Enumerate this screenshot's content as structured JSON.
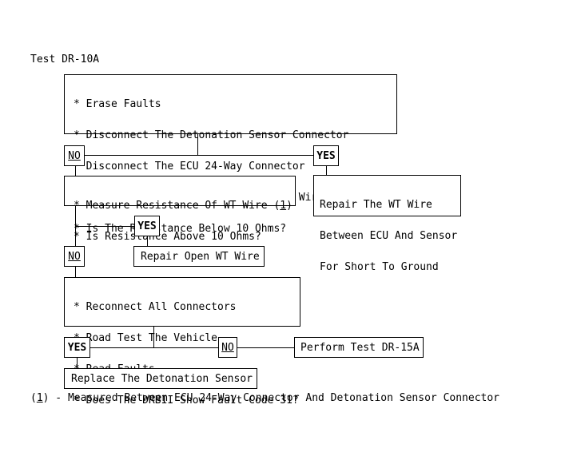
{
  "title": "Test DR-10A",
  "colors": {
    "background": "#ffffff",
    "ink": "#000000"
  },
  "nodes": {
    "step1": {
      "lines": [
        "* Erase Faults",
        "* Disconnect The Detonation Sensor Connector",
        "* Disconnect The ECU 24-Way Connector",
        "* Measure Resistance Between The WT Wire And Ground",
        "* Is The Resistance Below 10 Ohms?"
      ]
    },
    "no1": {
      "label": "NO"
    },
    "yes1": {
      "label": "YES"
    },
    "step2": {
      "line1_pre": "* Measure Resistance Of WT Wire (",
      "line1_ref": "1",
      "line1_post": ")",
      "line2": "* Is Resistance Above 10 Ohms?"
    },
    "repair_short": {
      "lines": [
        "Repair The WT Wire",
        "Between ECU And Sensor",
        "For Short To Ground"
      ]
    },
    "yes2": {
      "label": "YES"
    },
    "no2": {
      "label": "NO"
    },
    "repair_open": {
      "label": "Repair Open WT Wire"
    },
    "step3": {
      "lines": [
        "* Reconnect All Connectors",
        "* Road Test The Vehicle",
        "* Read Faults",
        "* Does The DRBII Show Fault Code 31?"
      ]
    },
    "yes3": {
      "label": "YES"
    },
    "no3": {
      "label": "NO"
    },
    "perform_test": {
      "label": "Perform Test DR-15A"
    },
    "replace_sensor": {
      "label": "Replace The Detonation Sensor"
    }
  },
  "footnote": {
    "pre": "(",
    "ref": "1",
    "post": ") - Measured Between ECU 24-Way Connector And Detonation Sensor Connector"
  }
}
